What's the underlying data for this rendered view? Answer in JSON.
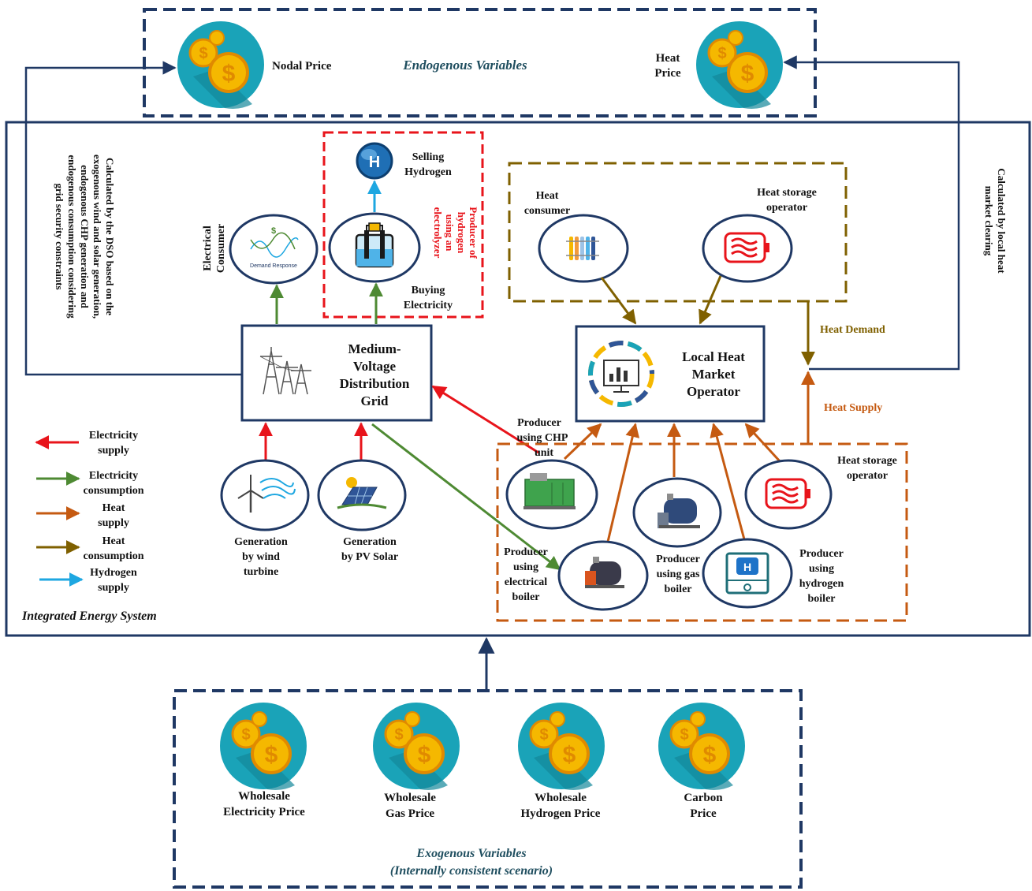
{
  "endogenous": {
    "title": "Endogenous Variables",
    "nodal_price": "Nodal Price",
    "heat_price_line1": "Heat",
    "heat_price_line2": "Price"
  },
  "dso_note": [
    "Calculated by the DSO based on the",
    "exogenous wind and solar generation,",
    "endogenous CHP generation and",
    "endogenous consumption considering",
    "grid security constraints"
  ],
  "heat_note": [
    "Calculated by local heat",
    "market clearing"
  ],
  "system_label": "Integrated Energy System",
  "electrical_consumer": [
    "Electrical",
    "Consumer"
  ],
  "demand_response": "Demand Response",
  "hydrogen": {
    "selling": [
      "Selling",
      "Hydrogen"
    ],
    "buying": [
      "Buying",
      "Electricity"
    ],
    "producer": [
      "Producer of",
      "hydrogen",
      "using an",
      "electrolyzer"
    ]
  },
  "grid": [
    "Medium-",
    "Voltage",
    "Distribution",
    "Grid"
  ],
  "heat_market": {
    "consumer": [
      "Heat",
      "consumer"
    ],
    "storage_top": [
      "Heat storage",
      "operator"
    ],
    "operator": [
      "Local Heat",
      "Market",
      "Operator"
    ],
    "heat_demand": "Heat Demand",
    "heat_supply": "Heat Supply"
  },
  "legend": [
    {
      "label": [
        "Electricity",
        "supply"
      ],
      "color": "#e8141b"
    },
    {
      "label": [
        "Electricity",
        "consumption"
      ],
      "color": "#4e8a33"
    },
    {
      "label": [
        "Heat",
        "supply"
      ],
      "color": "#c55a11"
    },
    {
      "label": [
        "Heat",
        "consumption"
      ],
      "color": "#7f6000"
    },
    {
      "label": [
        "Hydrogen",
        "supply"
      ],
      "color": "#1ea7e1"
    }
  ],
  "generation": {
    "wind": [
      "Generation",
      "by wind",
      "turbine"
    ],
    "pv": [
      "Generation",
      "by PV Solar"
    ]
  },
  "producers": {
    "chp": [
      "Producer",
      "using CHP",
      "unit"
    ],
    "storage": [
      "Heat storage",
      "operator"
    ],
    "electric": [
      "Producer",
      "using",
      "electrical",
      "boiler"
    ],
    "gas": [
      "Producer",
      "using gas",
      "boiler"
    ],
    "hydrogen": [
      "Producer",
      "using",
      "hydrogen",
      "boiler"
    ]
  },
  "exogenous": {
    "title": "Exogenous Variables",
    "subtitle": "(Internally consistent scenario)",
    "items": [
      [
        "Wholesale",
        "Electricity Price"
      ],
      [
        "Wholesale",
        "Gas Price"
      ],
      [
        "Wholesale",
        "Hydrogen Price"
      ],
      [
        "Carbon",
        "Price"
      ]
    ]
  },
  "h2_badge": "H",
  "colors": {
    "navy": "#1f3864",
    "electricity": "#e8141b",
    "consumption": "#4e8a33",
    "heat": "#c55a11",
    "heat_consumption": "#7f6000",
    "hydrogen": "#1ea7e1",
    "coin_bg": "#1aa3b8"
  }
}
